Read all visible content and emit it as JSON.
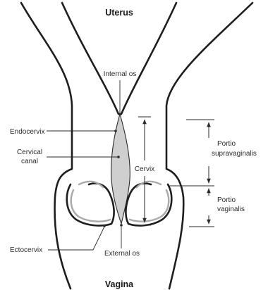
{
  "diagram": {
    "top_title": "Uterus",
    "bottom_title": "Vagina",
    "labels": {
      "internal_os": "Internal os",
      "external_os": "External os",
      "endocervix": "Endocervix",
      "cervical_canal_line1": "Cervical",
      "cervical_canal_line2": "canal",
      "ectocervix": "Ectocervix",
      "cervix": "Cervix",
      "portio_supravaginalis_line1": "Portio",
      "portio_supravaginalis_line2": "supravaginalis",
      "portio_vaginalis_line1": "Portio",
      "portio_vaginalis_line2": "vaginalis"
    },
    "colors": {
      "outline": "#1e1e1e",
      "canal_fill": "#cfcfcf",
      "mucosa": "#a9a9a9"
    }
  }
}
